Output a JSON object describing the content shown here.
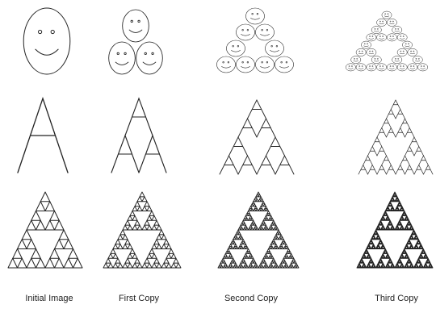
{
  "captions": [
    "Initial Image",
    "First Copy",
    "Second Copy",
    "Third Copy"
  ],
  "rows": [
    "smiley-face",
    "letter-a",
    "sierpinski-triangle"
  ],
  "stroke_color": "#222222",
  "background_color": "#ffffff"
}
